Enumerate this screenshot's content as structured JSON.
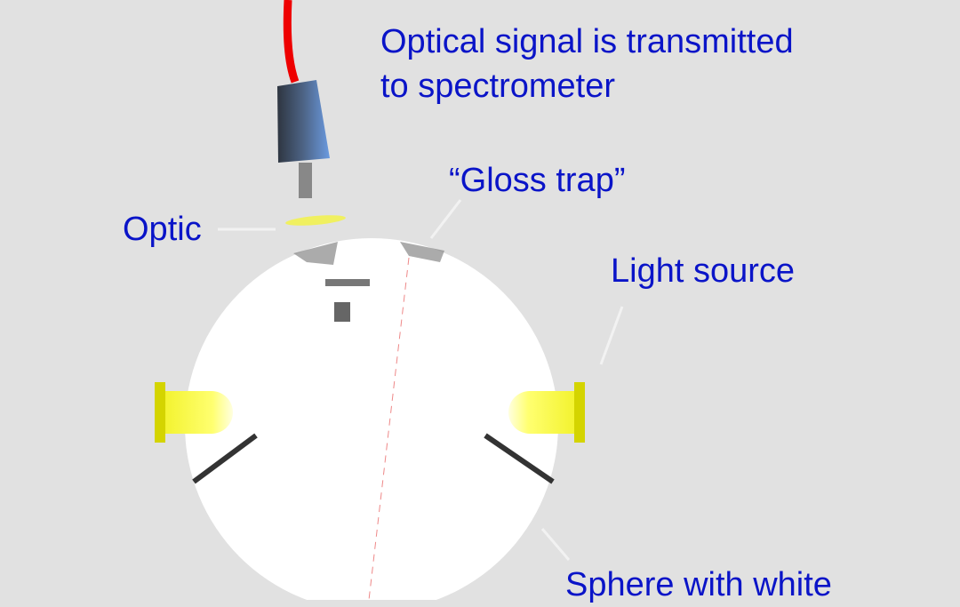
{
  "labels": {
    "signal_line1": "Optical signal is transmitted",
    "signal_line2": "to spectrometer",
    "gloss_trap": "“Gloss trap”",
    "optic": "Optic",
    "light_source": "Light source",
    "sphere": "Sphere with white"
  },
  "colors": {
    "background": "#e1e1e1",
    "label_text": "#0a14c8",
    "fiber": "#ee0000",
    "connector": "#5a7fbf",
    "lamp": "#f5f53a",
    "lamp_base": "#d4d400",
    "sphere": "#ffffff"
  }
}
